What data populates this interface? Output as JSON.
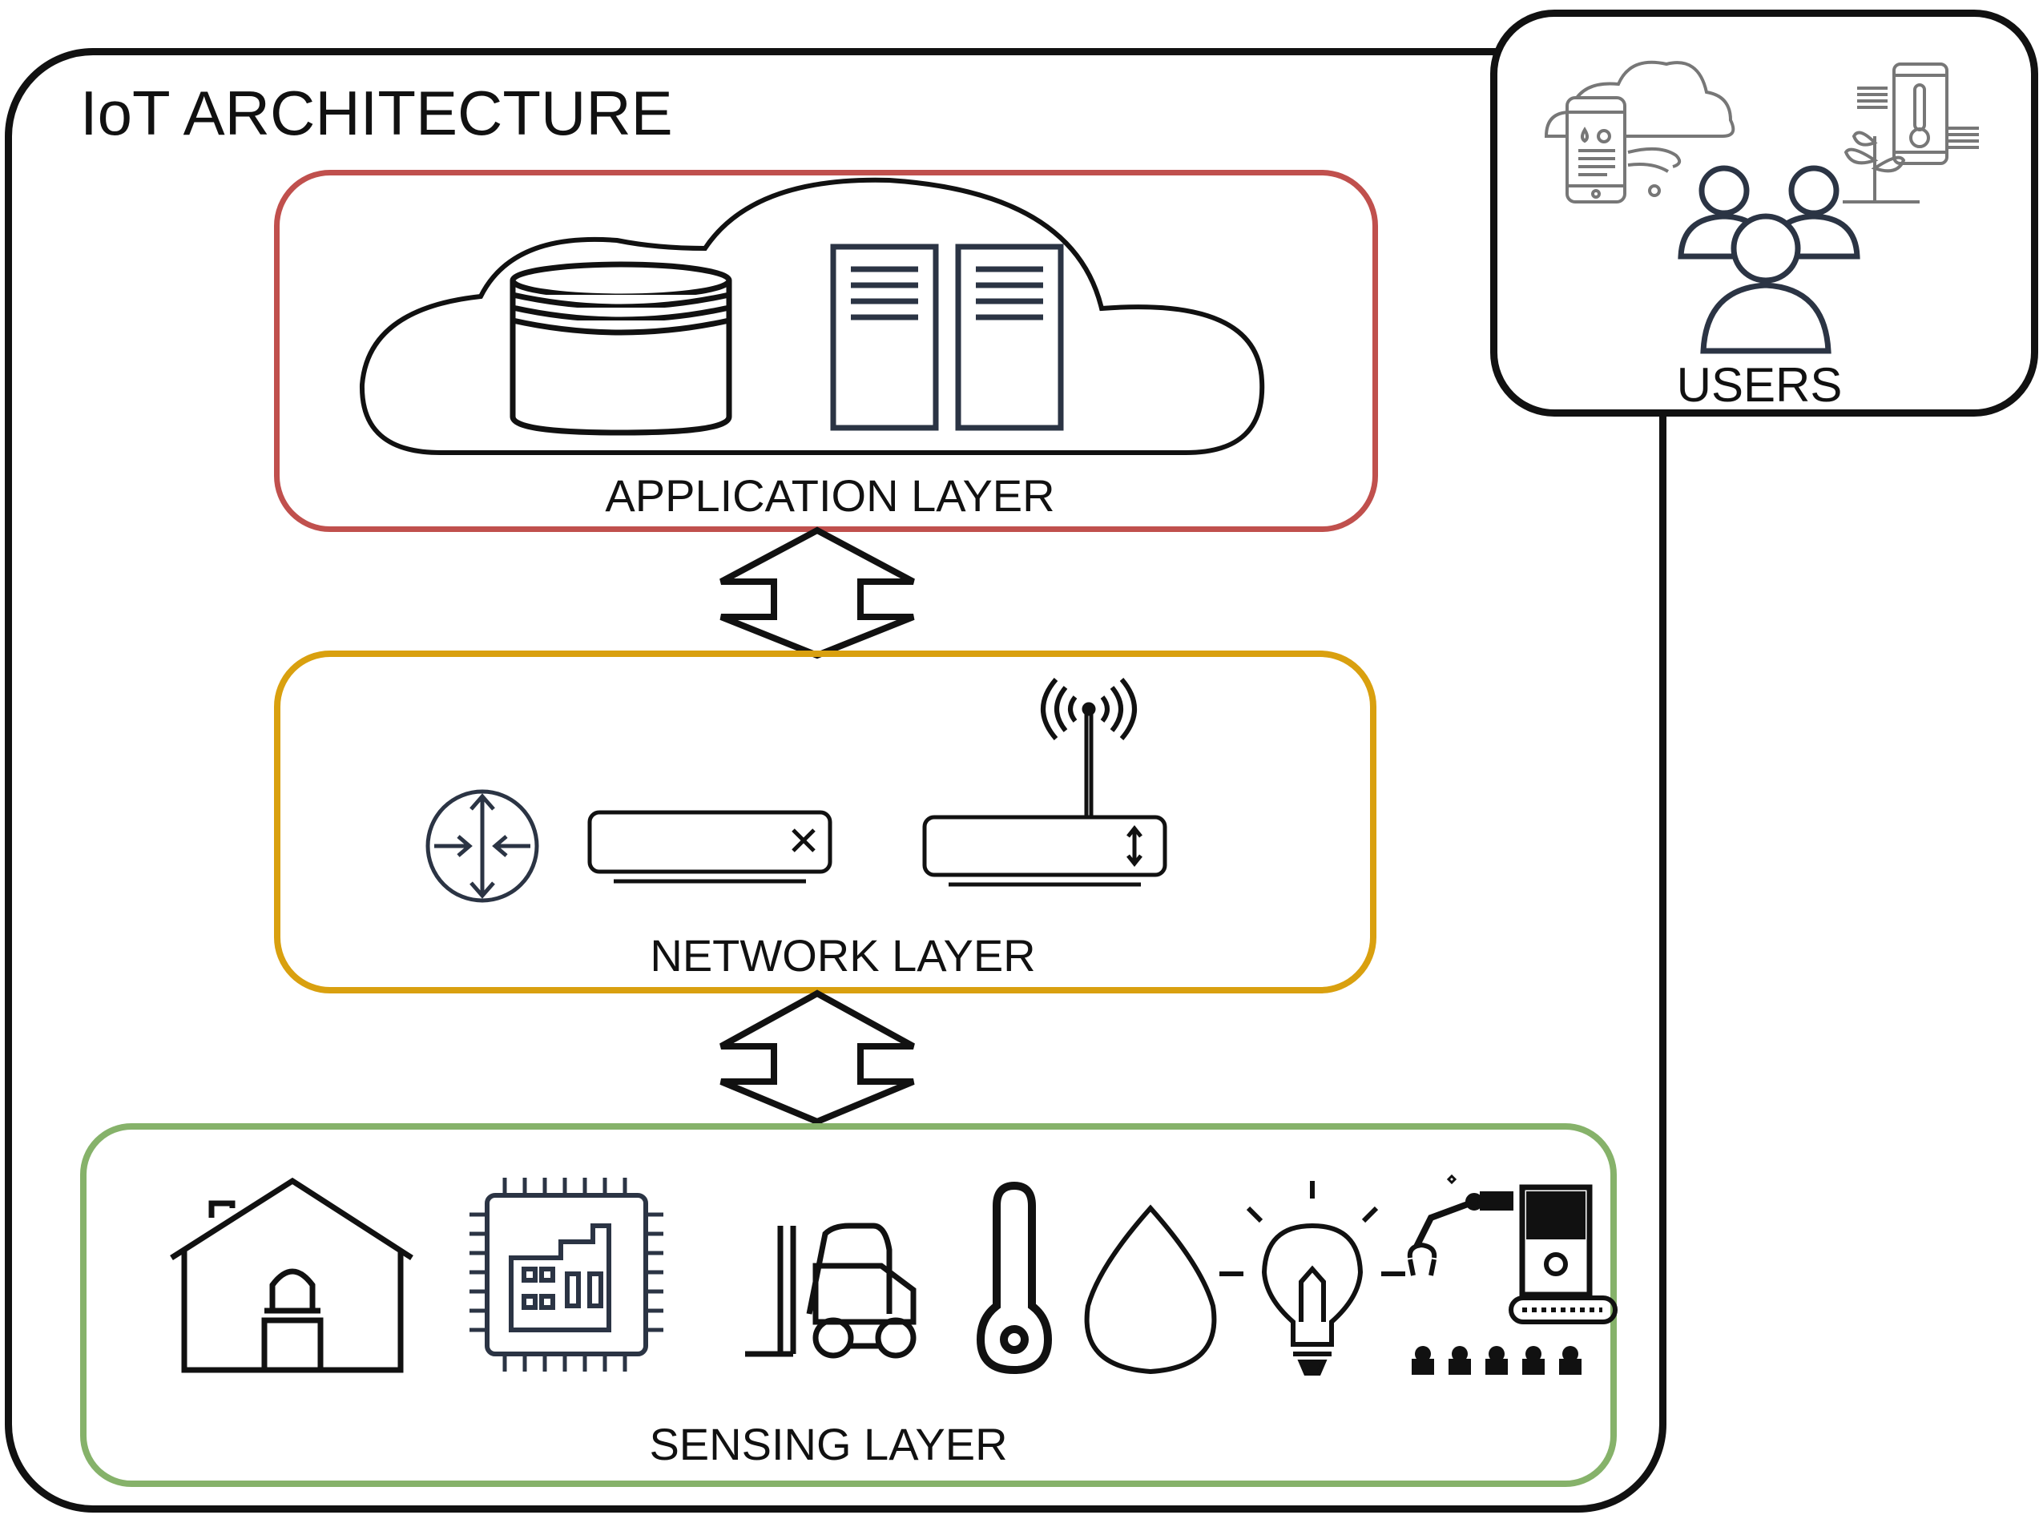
{
  "title": "IoT ARCHITECTURE",
  "users": {
    "label": "USERS"
  },
  "layers": {
    "application": {
      "label": "APPLICATION LAYER",
      "color": "#c0504d"
    },
    "network": {
      "label": "NETWORK LAYER",
      "color": "#d9a00f"
    },
    "sensing": {
      "label": "SENSING LAYER",
      "color": "#86b26a"
    }
  },
  "icons": {
    "users": [
      "mobile-weather-icon",
      "cloud-icon",
      "thermometer-phone-icon",
      "plant-icon",
      "user-group-icon"
    ],
    "application": [
      "cloud-icon",
      "database-icon",
      "server-rack-icon"
    ],
    "network": [
      "router-icon",
      "switch-icon",
      "wireless-access-point-icon"
    ],
    "sensing": [
      "smart-home-icon",
      "factory-chip-icon",
      "forklift-icon",
      "thermometer-icon",
      "water-drop-icon",
      "light-bulb-icon",
      "robotic-arm-icon"
    ]
  }
}
